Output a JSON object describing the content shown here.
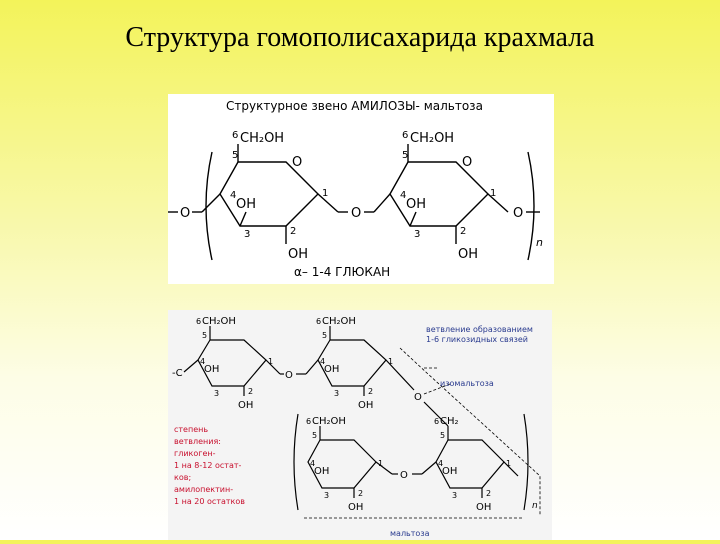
{
  "slide": {
    "title": "Структура гомополисахарида крахмала"
  },
  "amylose": {
    "caption": "Структурное звено АМИЛОЗЫ- мальтоза",
    "ring_left": {
      "c6": "6",
      "ch2oh": "CH₂OH",
      "c5": "5",
      "ring_o": "O",
      "c4": "4",
      "oh4": "OH",
      "c3": "3",
      "c2": "2",
      "oh2": "OH",
      "c1": "1"
    },
    "ring_right": {
      "c6": "6",
      "ch2oh": "CH₂OH",
      "c5": "5",
      "ring_o": "O",
      "c4": "4",
      "oh4": "OH",
      "c3": "3",
      "c2": "2",
      "oh2": "OH",
      "c1": "1"
    },
    "link_left": "O",
    "link_middle": "O",
    "link_right": "O",
    "subscript_n": "n",
    "glucan_label": "α– 1-4 ГЛЮКАН"
  },
  "amylopectin": {
    "branch_note": "ветвление образованием 1-6 гликозидных связей",
    "isomaltose_label": "изомальтоза",
    "maltose_label": "мальтоза",
    "degree_lines": [
      "степень",
      "ветвления:",
      "гликоген-",
      "1 на 8-12 остат-",
      "ков;",
      "амилопектин-",
      "1 на 20 остатков"
    ],
    "ring_top_left": {
      "c6": "6",
      "ch2oh": "CH₂OH",
      "c5": "5",
      "c4": "4",
      "oh4": "OH",
      "c3": "3",
      "c2": "2",
      "oh2": "OH",
      "c1": "1"
    },
    "ring_top_right": {
      "c6": "6",
      "ch2oh": "CH₂OH",
      "c5": "5",
      "c4": "4",
      "oh4": "OH",
      "c3": "3",
      "c2": "2",
      "oh2": "OH",
      "c1": "1"
    },
    "ring_bottom_left": {
      "c6": "6",
      "ch2oh": "CH₂OH",
      "c5": "5",
      "c4": "4",
      "oh4": "OH",
      "c3": "3",
      "c2": "2",
      "oh2": "OH",
      "c1": "1"
    },
    "ring_bottom_right": {
      "c6": "6",
      "ch2": "CH₂",
      "c5": "5",
      "c4": "4",
      "oh4": "OH",
      "c3": "3",
      "c2": "2",
      "oh2": "OH",
      "c1": "1"
    },
    "left_end": "-C",
    "link_top": "O",
    "link_branch": "O",
    "link_bottom": "O",
    "subscript_n": "n"
  },
  "colors": {
    "label_red": "#c8102e",
    "label_blue": "#2a3b8f",
    "line": "#000000"
  }
}
